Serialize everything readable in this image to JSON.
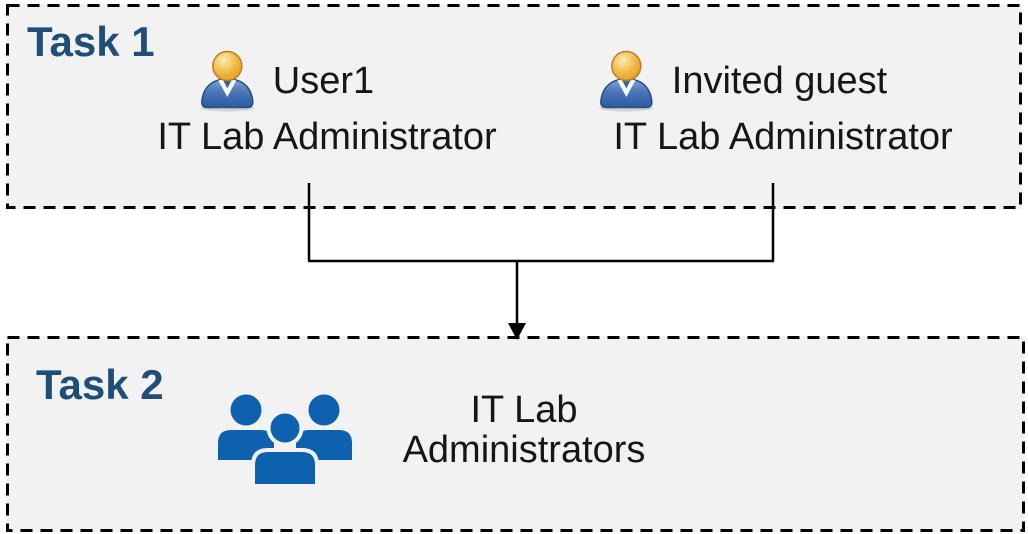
{
  "diagram": {
    "task1": {
      "label": "Task 1",
      "members": [
        {
          "name": "User1",
          "role": "IT Lab Administrator",
          "icon": "user-icon"
        },
        {
          "name": "Invited guest",
          "role": "IT Lab Administrator",
          "icon": "user-icon"
        }
      ]
    },
    "connector": {
      "type": "merge-arrow",
      "from": [
        "User1",
        "Invited guest"
      ],
      "to": "IT Lab Administrators"
    },
    "task2": {
      "label": "Task 2",
      "group": {
        "name": "IT Lab Administrators",
        "icon": "people-group-icon"
      }
    },
    "colors": {
      "task_label": "#1F4E79",
      "box_fill": "#F2F2F2",
      "box_border": "#000000",
      "body_text": "#161616",
      "group_icon_blue": "#0E61AE",
      "user_icon_head_gold": "#EFB23D",
      "user_icon_body_blue": "#3465AC",
      "connector_line": "#000000"
    }
  }
}
